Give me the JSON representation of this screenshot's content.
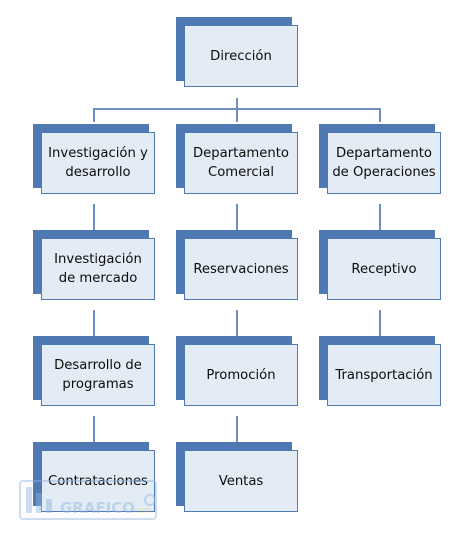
{
  "nodes": {
    "root": "Dirección",
    "investigacion_desarrollo": "Investigación y desarrollo",
    "departamento_comercial": "Departamento Comercial",
    "departamento_operaciones": "Departamento de Operaciones",
    "investigacion_mercado": "Investigación de mercado",
    "desarrollo_programas": "Desarrollo de programas",
    "contrataciones": "Contrataciones",
    "reservaciones": "Reservaciones",
    "promocion": "Promoción",
    "ventas": "Ventas",
    "receptivo": "Receptivo",
    "transportacion": "Transportación"
  },
  "watermark": "GRAFICO.com",
  "colors": {
    "accent": "#4f79b3",
    "box_fill": "#e3ebf5",
    "connector": "#6d8fc0"
  }
}
